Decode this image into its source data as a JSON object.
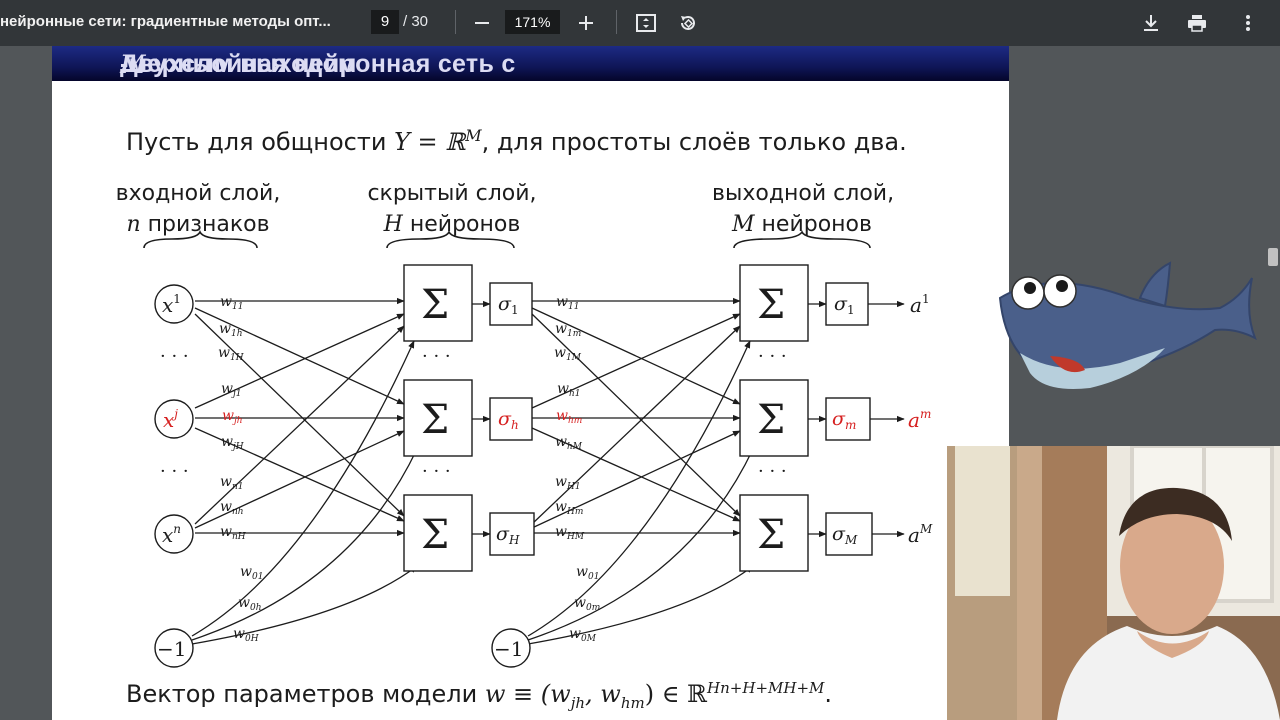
{
  "toolbar": {
    "title": "нейронные сети: градиентные методы опт...",
    "page_current": "9",
    "page_total": "/ 30",
    "zoom": "171%",
    "icons": [
      "minus-icon",
      "plus-icon",
      "fit-page-icon",
      "rotate-icon",
      "download-icon",
      "print-icon",
      "more-vert-icon"
    ]
  },
  "slide": {
    "title_pre": "Двухслойная нейронная сеть с ",
    "title_var": "M",
    "title_post": "-мерным выходом",
    "intro_pre": "Пусть для общности ",
    "intro_math": "Y = ℝ",
    "intro_sup": "M",
    "intro_post": ", для простоты слоёв только два.",
    "input_label_1": "входной слой,",
    "input_label_2_var": "n",
    "input_label_2_text": " признаков",
    "hidden_label_1": "скрытый слой,",
    "hidden_label_2_var": "H",
    "hidden_label_2_text": " нейронов",
    "output_label_1": "выходной слой,",
    "output_label_2_var": "M",
    "output_label_2_text": " нейронов",
    "bottom_pre": "Вектор параметров модели ",
    "bottom_math": "w ≡ (w",
    "bottom_sub1": "jh",
    "bottom_mid": ", w",
    "bottom_sub2": "hm",
    "bottom_close": ") ∈ ℝ",
    "bottom_sup": "Hn+H+MH+M",
    "bottom_end": "."
  },
  "network": {
    "inputs": [
      {
        "base": "x",
        "sup": "1"
      },
      {
        "base": "x",
        "sup": "j"
      },
      {
        "base": "x",
        "sup": "n"
      }
    ],
    "bias_label": "−1",
    "dots": "· · ·",
    "sum_symbol": "Σ",
    "hidden_sigmas": [
      {
        "base": "σ",
        "sub": "1"
      },
      {
        "base": "σ",
        "sub": "h"
      },
      {
        "base": "σ",
        "sub": "H"
      }
    ],
    "output_sigmas": [
      {
        "base": "σ",
        "sub": "1"
      },
      {
        "base": "σ",
        "sub": "m"
      },
      {
        "base": "σ",
        "sub": "M"
      }
    ],
    "outputs": [
      {
        "base": "a",
        "sup": "1"
      },
      {
        "base": "a",
        "sup": "m"
      },
      {
        "base": "a",
        "sup": "M"
      }
    ],
    "layer1_weights": [
      {
        "base": "w",
        "sub": "11"
      },
      {
        "base": "w",
        "sub": "1h"
      },
      {
        "base": "w",
        "sub": "1H"
      },
      {
        "base": "w",
        "sub": "j1"
      },
      {
        "base": "w",
        "sub": "jh"
      },
      {
        "base": "w",
        "sub": "jH"
      },
      {
        "base": "w",
        "sub": "n1"
      },
      {
        "base": "w",
        "sub": "nh"
      },
      {
        "base": "w",
        "sub": "nH"
      },
      {
        "base": "w",
        "sub": "01"
      },
      {
        "base": "w",
        "sub": "0h"
      },
      {
        "base": "w",
        "sub": "0H"
      }
    ],
    "layer2_weights": [
      {
        "base": "w",
        "sub": "11"
      },
      {
        "base": "w",
        "sub": "1m"
      },
      {
        "base": "w",
        "sub": "1M"
      },
      {
        "base": "w",
        "sub": "h1"
      },
      {
        "base": "w",
        "sub": "hm"
      },
      {
        "base": "w",
        "sub": "hM"
      },
      {
        "base": "w",
        "sub": "H1"
      },
      {
        "base": "w",
        "sub": "Hm"
      },
      {
        "base": "w",
        "sub": "HM"
      },
      {
        "base": "w",
        "sub": "01"
      },
      {
        "base": "w",
        "sub": "0m"
      },
      {
        "base": "w",
        "sub": "0M"
      }
    ]
  },
  "colors": {
    "highlight": "#d62020",
    "ink": "#1c1c1c",
    "title_bar": "#0f1657"
  }
}
